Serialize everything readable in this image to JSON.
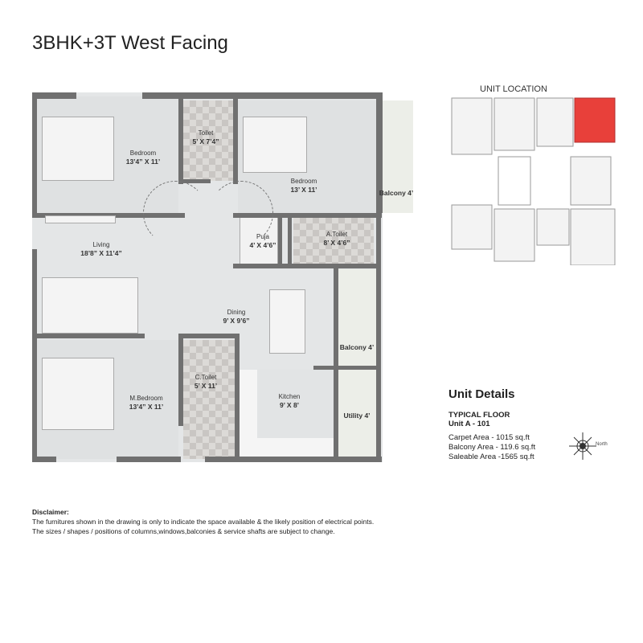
{
  "title": "3BHK+3T West Facing",
  "rooms": {
    "bedroom1": {
      "name": "Bedroom",
      "size": "13’4” X 11’"
    },
    "toilet": {
      "name": "Toilet",
      "size": "5’ X 7’4”"
    },
    "bedroom2": {
      "name": "Bedroom",
      "size": "13’ X 11’"
    },
    "balcony_top": {
      "name": "Balcony 4’"
    },
    "living": {
      "name": "Living",
      "size": "18’8” X 11’4”"
    },
    "puja": {
      "name": "Puja",
      "size": "4’ X 4’6”"
    },
    "a_toilet": {
      "name": "A.Toilet",
      "size": "8’ X 4’6”"
    },
    "dining": {
      "name": "Dining",
      "size": "9’ X 9’6”"
    },
    "balcony_mid": {
      "name": "Balcony 4’"
    },
    "m_bedroom": {
      "name": "M.Bedroom",
      "size": "13’4” X 11’"
    },
    "c_toilet": {
      "name": "C.Toilet",
      "size": "5’ X 11’"
    },
    "kitchen": {
      "name": "Kitchen",
      "size": "9’ X 8’"
    },
    "utility": {
      "name": "Utility 4’"
    }
  },
  "key_plan": {
    "title": "UNIT LOCATION",
    "highlight_color": "#e8403a"
  },
  "unit_details": {
    "heading": "Unit Details",
    "floor": "TYPICAL FLOOR",
    "unit": "Unit A - 101",
    "carpet": "Carpet Area - 1015 sq.ft",
    "balcony": "Balcony Area - 119.6 sq.ft",
    "saleable": "Saleable Area -1565 sq.ft"
  },
  "compass": {
    "north": "North"
  },
  "disclaimer": {
    "heading": "Disclaimer:",
    "line1": "The furnitures shown in the drawing is only to indicate the space available & the likely position of electrical points.",
    "line2": "The sizes / shapes / positions of columns,windows,balconies & service shafts are subject to change."
  }
}
